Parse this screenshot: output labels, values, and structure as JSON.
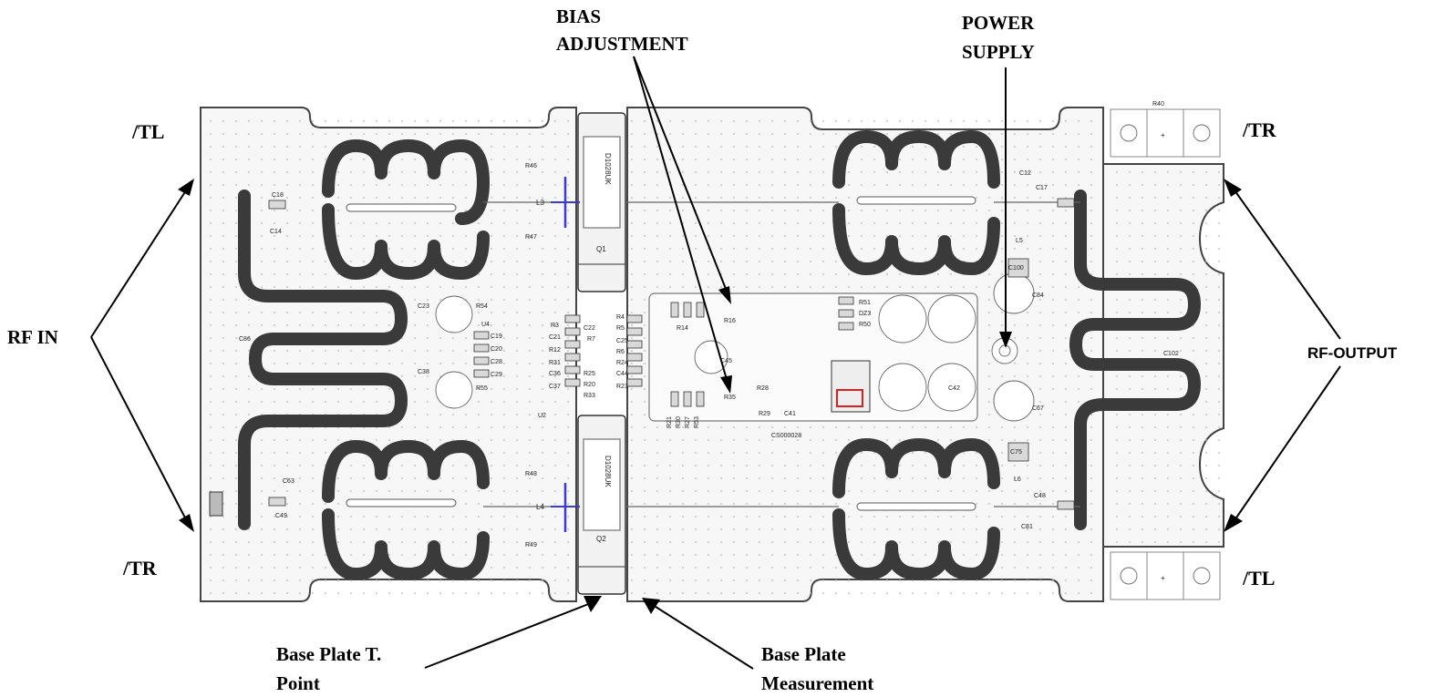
{
  "labels": {
    "rf_in": "RF IN",
    "rf_output": "RF-OUTPUT",
    "tl_top_left": "/TL",
    "tr_bottom_left": "/TR",
    "tr_top_right": "/TR",
    "tl_bottom_right": "/TL",
    "bias_line1": "BIAS",
    "bias_line2": "ADJUSTMENT",
    "power_line1": "POWER",
    "power_line2": "SUPPLY",
    "base_t_line1": "Base Plate T.",
    "base_t_line2": "Point",
    "base_m_line1": "Base Plate",
    "base_m_line2": "Measurement"
  },
  "components": {
    "q1_part": "D1028UK",
    "q1_ref": "Q1",
    "q2_part": "D1028UK",
    "q2_ref": "Q2",
    "board_code": "CS000028",
    "r40": "R40",
    "plus": "+",
    "l3": "L3",
    "l4": "L4",
    "r14": "R14",
    "r16": "R16",
    "r35": "R35",
    "c100": "C100",
    "c75": "C75",
    "c102": "C102",
    "c86": "C86",
    "c23": "C23",
    "c38": "C38",
    "u4": "U4",
    "r54": "R54",
    "r55": "R55",
    "c19": "C19",
    "c20": "C20",
    "c28": "C28",
    "c29": "C29",
    "r3": "R3",
    "c21": "C21",
    "r12": "R12",
    "r31": "R31",
    "c36": "C36",
    "c37": "C37",
    "r4": "R4",
    "c22": "C22",
    "r7": "R7",
    "r5": "R5",
    "c25": "C25",
    "r6": "R6",
    "r24": "R24",
    "c44": "C44",
    "r23": "R23",
    "r25": "R25",
    "r20": "R20",
    "r33": "R33",
    "r51": "R51",
    "dz3": "DZ3",
    "r50": "R50",
    "c41": "C41",
    "r29": "R29",
    "r28": "R28",
    "c45": "C45",
    "c42": "C42",
    "c18": "C18",
    "c14": "C14",
    "r47": "R47",
    "r48": "R48",
    "r49": "R49",
    "r46": "R46",
    "c63": "C63",
    "c49": "C49",
    "c17": "C17",
    "c12": "C12",
    "c48": "C48",
    "c81": "C81",
    "l5": "L5",
    "l6": "L6",
    "c84": "C84",
    "c67": "C67",
    "u2": "U2",
    "r21": "R21",
    "r30": "R30",
    "r27": "R27",
    "r53": "R53"
  },
  "colors": {
    "board_fill": "#f7f7f7",
    "trace": "#3a3a3a",
    "marker_blue": "#3a3adc",
    "marker_red": "#e02020"
  }
}
